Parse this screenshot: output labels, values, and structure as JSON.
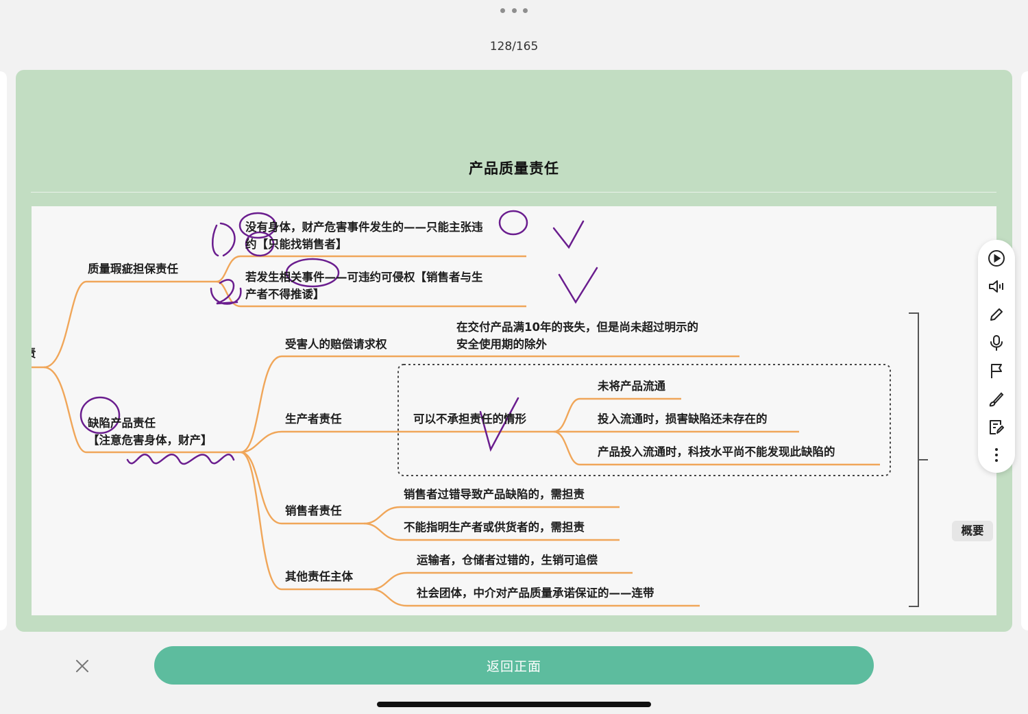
{
  "page_counter": "128/165",
  "card_title": "产品质量责任",
  "mindmap": {
    "branch_quality_defect": "质量瑕疵担保责任",
    "quality_item_1_line1": "没有身体，财产危害事件发生的——只能主张违",
    "quality_item_1_line2": "约【只能找销售者】",
    "quality_item_2_line1": "若发生相关事件——可违约可侵权【销售者与生",
    "quality_item_2_line2": "产者不得推诿】",
    "branch_defect_liability_line1": "缺陷产品责任",
    "branch_defect_liability_line2": "【注意危害身体，财产】",
    "victim_claim": "受害人的赔偿请求权",
    "victim_claim_note_line1": "在交付产品满10年的丧失，但是尚未超过明示的",
    "victim_claim_note_line2": "安全使用期的除外",
    "producer_liability": "生产者责任",
    "exemption_cases": "可以不承担责任的情形",
    "exemption_1": "未将产品流通",
    "exemption_2": "投入流通时，损害缺陷还未存在的",
    "exemption_3": "产品投入流通时，科技水平尚不能发现此缺陷的",
    "seller_liability": "销售者责任",
    "seller_1": "销售者过错导致产品缺陷的，需担责",
    "seller_2": "不能指明生产者或供货者的，需担责",
    "other_subjects": "其他责任主体",
    "other_1": "运输者，仓储者过错的，生销可追偿",
    "other_2": "社会团体，中介对产品质量承诺保证的——连带",
    "root_fragment": "责",
    "summary_label": "概要"
  },
  "toolbar_icons": [
    "play-icon",
    "speaker-icon",
    "pencil-icon",
    "microphone-icon",
    "flag-icon",
    "brush-icon",
    "edit-note-icon",
    "more-icon"
  ],
  "back_button_label": "返回正面",
  "colors": {
    "card_bg": "#c2ddc2",
    "branch_line": "#f0a659",
    "annotation_ink": "#6a1d8e",
    "button_bg": "#5dbc9e"
  }
}
